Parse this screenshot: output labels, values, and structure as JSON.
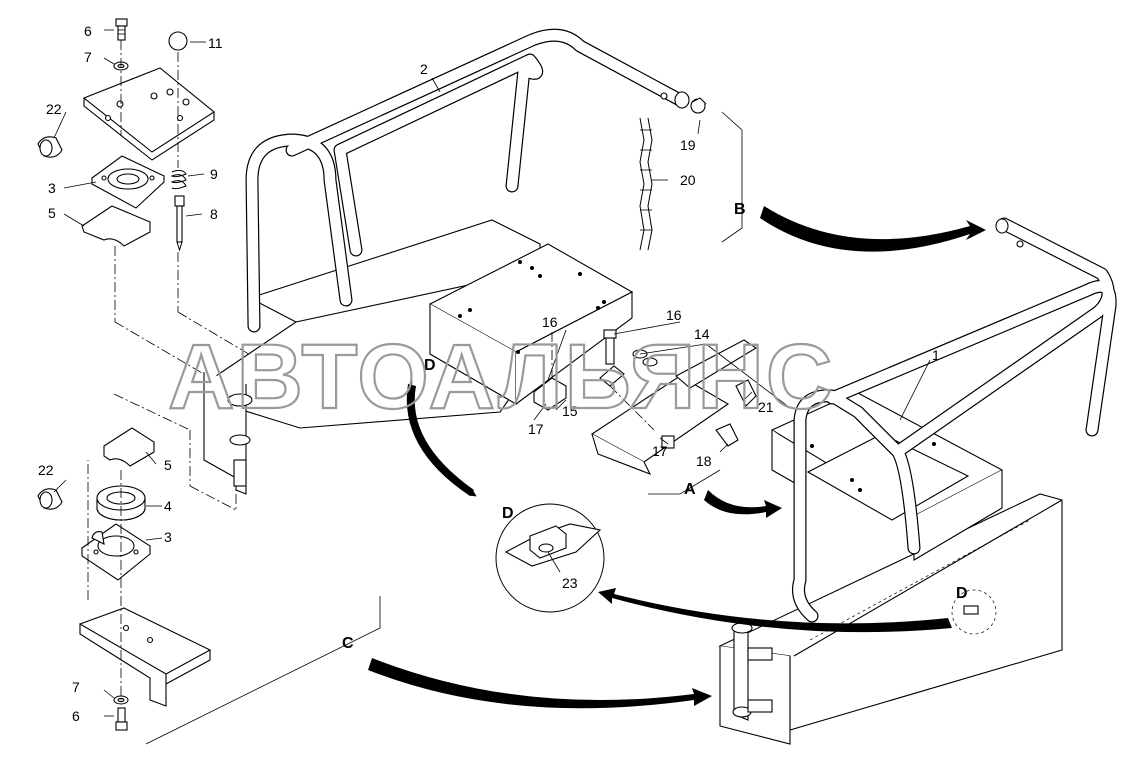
{
  "watermark": "АВТОАЛЬЯНС",
  "callouts": {
    "p1": "1",
    "p2": "2",
    "p3a": "3",
    "p3b": "3",
    "p4": "4",
    "p5a": "5",
    "p5b": "5",
    "p6a": "6",
    "p6b": "6",
    "p7a": "7",
    "p7b": "7",
    "p8": "8",
    "p9": "9",
    "p11": "11",
    "p14": "14",
    "p15": "15",
    "p16a": "16",
    "p16b": "16",
    "p17a": "17",
    "p17b": "17",
    "p18": "18",
    "p19": "19",
    "p20": "20",
    "p21": "21",
    "p22a": "22",
    "p22b": "22",
    "p23": "23"
  },
  "views": {
    "a": "A",
    "b": "B",
    "c": "C",
    "d_main": "D",
    "d_detail": "D",
    "d_right": "D"
  }
}
